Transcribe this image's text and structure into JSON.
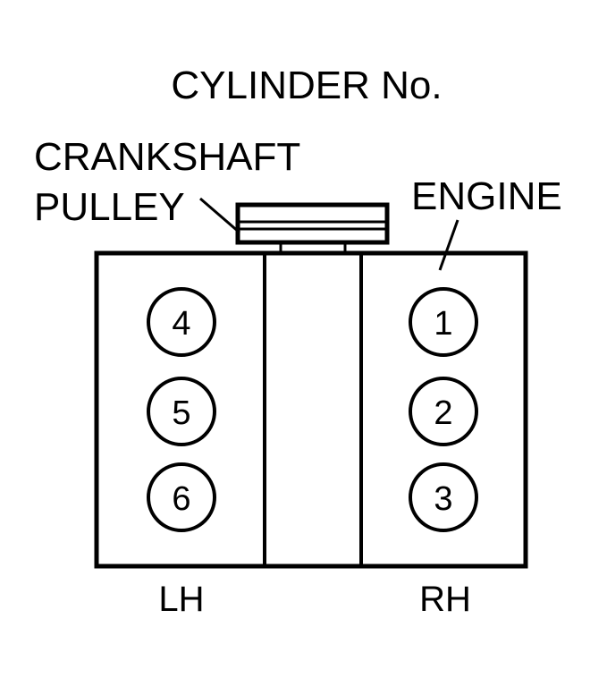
{
  "title": "CYLINDER No.",
  "labels": {
    "crankshaft_line1": "CRANKSHAFT",
    "crankshaft_line2": "PULLEY",
    "engine": "ENGINE",
    "lh": "LH",
    "rh": "RH"
  },
  "cylinders": {
    "lh": [
      "4",
      "5",
      "6"
    ],
    "rh": [
      "1",
      "2",
      "3"
    ]
  },
  "colors": {
    "ink": "#000000",
    "background": "#ffffff"
  }
}
